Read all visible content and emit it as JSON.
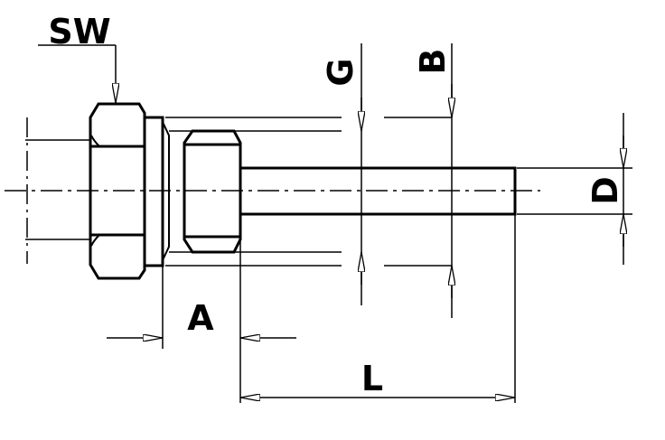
{
  "diagram": {
    "labels": {
      "sw": "SW",
      "g": "G",
      "b": "B",
      "d": "D",
      "a": "A",
      "l": "L"
    },
    "line_color": "#000000",
    "background": "#ffffff"
  }
}
